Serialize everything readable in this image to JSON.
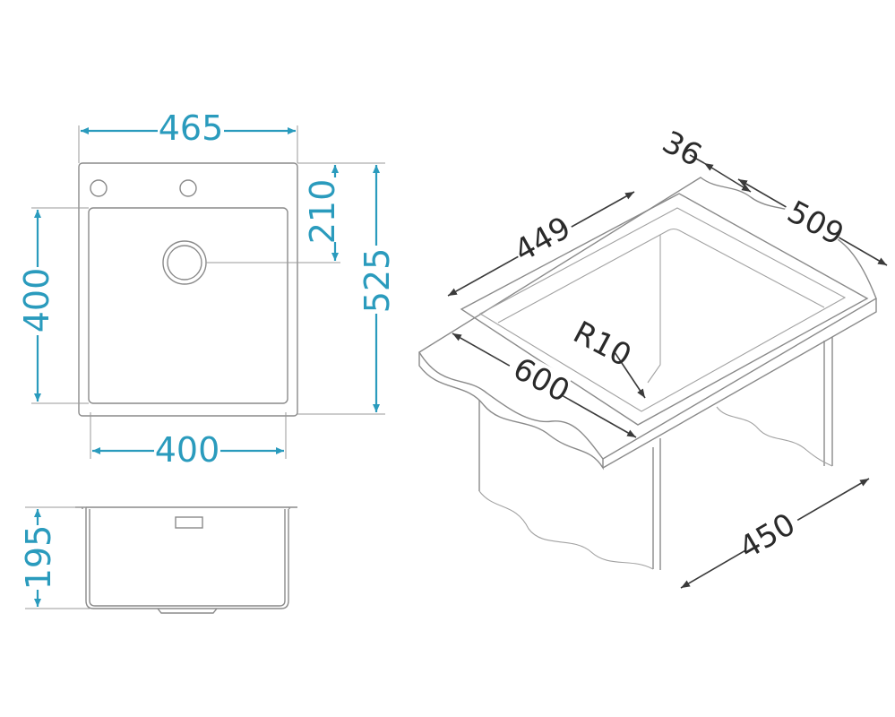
{
  "dimensions": {
    "top_width": "465",
    "tap_hole_offset": "210",
    "inner_depth": "400",
    "overall_depth": "525",
    "inner_width": "400",
    "bowl_depth": "195",
    "flange_width": "36",
    "side_length": "509",
    "bowl_length": "449",
    "corner_radius": "R10",
    "worktop_width": "600",
    "cabinet_width": "450"
  },
  "colors": {
    "dimension_blue": "#2a9bbd",
    "dimension_dark": "#3a3a3a",
    "outline": "#8a8a8a"
  }
}
